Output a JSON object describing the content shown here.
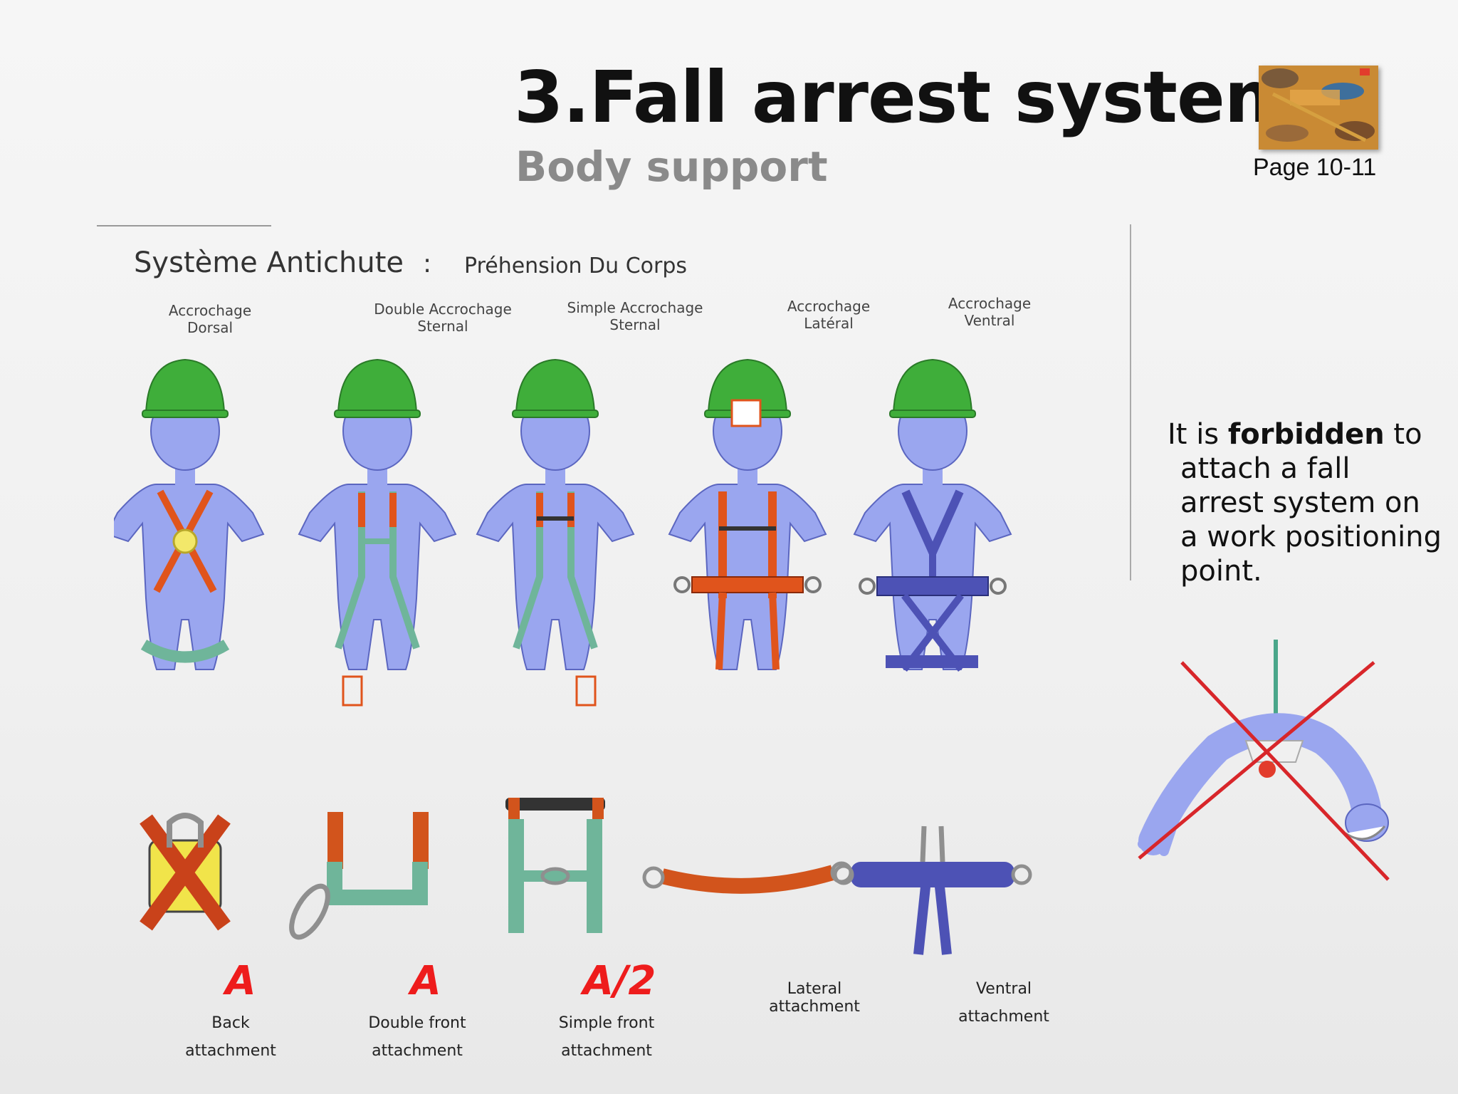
{
  "header": {
    "title": "3.Fall arrest system",
    "subtitle": "Body support",
    "page_ref": "Page 10-11"
  },
  "figure": {
    "heading": "Système Antichute",
    "separator": ":",
    "subheading": "Préhension Du Corps",
    "columns": [
      {
        "head1": "Accrochage",
        "head2": "Dorsal",
        "class": "A",
        "caption1": "Back",
        "caption2": "attachment",
        "strap_color": "#e0541c",
        "belt_color": "#6fb59a"
      },
      {
        "head1": "Double Accrochage",
        "head2": "Sternal",
        "class": "A",
        "caption1": "Double front",
        "caption2": "attachment",
        "strap_color": "#6fb59a",
        "belt_color": "#6fb59a"
      },
      {
        "head1": "Simple Accrochage",
        "head2": "Sternal",
        "class": "A/2",
        "caption1": "Simple front",
        "caption2": "attachment",
        "strap_color": "#6fb59a",
        "belt_color": "#6fb59a"
      },
      {
        "head1": "Accrochage",
        "head2": "Latéral",
        "class": "",
        "caption1": "Lateral",
        "caption2": "attachment",
        "strap_color": "#e0541c",
        "belt_color": "#e0541c"
      },
      {
        "head1": "Accrochage",
        "head2": "Ventral",
        "class": "",
        "caption1": "Ventral",
        "caption2": "attachment",
        "strap_color": "#4d52b5",
        "belt_color": "#4d52b5"
      }
    ]
  },
  "warning": {
    "line1_pre": "It is ",
    "line1_bold": "forbidden",
    "line1_post": " to",
    "line2": "attach a fall",
    "line3": "arrest system on",
    "line4": "a work positioning",
    "line5": "point."
  },
  "colors": {
    "helmet": "#3fae3a",
    "skin": "#9aa6ef",
    "warning_cross": "#d8262a",
    "class_letter": "#ee1c1c"
  }
}
